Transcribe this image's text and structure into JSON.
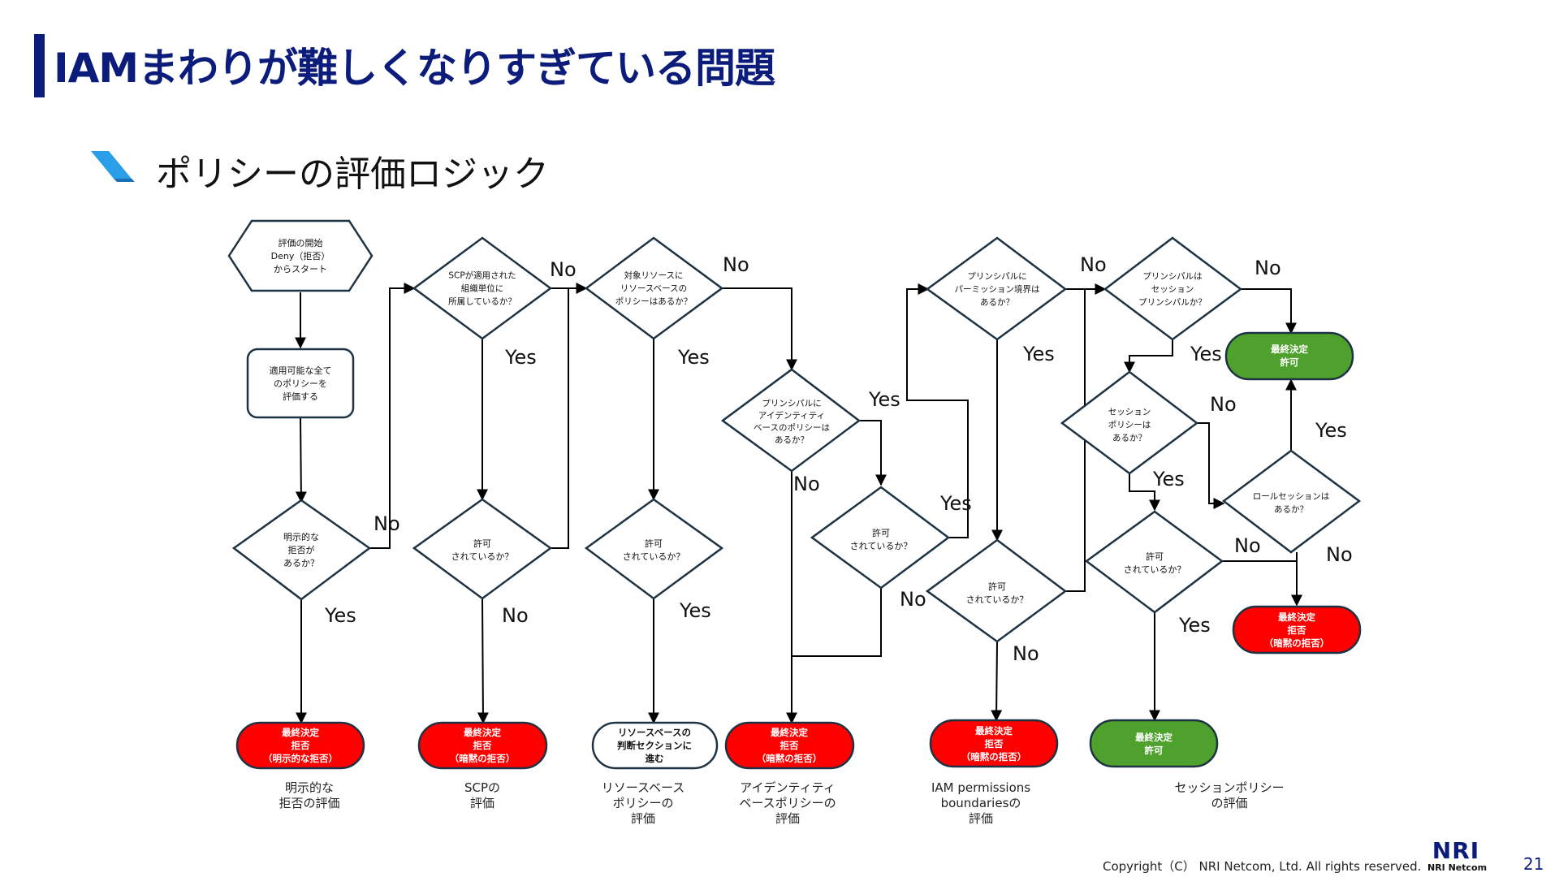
{
  "title": "IAMまわりが難しくなりすぎている問題",
  "section": {
    "title": "ポリシーの評価ロジック",
    "icon": "slash-icon"
  },
  "flowchart": {
    "start": [
      "評価の開始",
      "Deny（拒否）",
      "からスタート"
    ],
    "evaluate_all": [
      "適用可能な全て",
      "のポリシーを",
      "評価する"
    ],
    "explicit_deny": [
      "明示的な",
      "拒否が",
      "あるか？"
    ],
    "scp_applied": [
      "SCPが適用された",
      "組織単位に",
      "所属しているか？"
    ],
    "scp_allowed": [
      "許可",
      "されているか？"
    ],
    "resource_policy": [
      "対象リソースに",
      "リソースベースの",
      "ポリシーはあるか？"
    ],
    "resource_allowed": [
      "許可",
      "されているか？"
    ],
    "identity_policy": [
      "プリンシパルに",
      "アイデンティティ",
      "ベースのポリシーは",
      "あるか？"
    ],
    "identity_allowed": [
      "許可",
      "されているか？"
    ],
    "boundary_exists": [
      "プリンシパルに",
      "パーミッション境界は",
      "あるか？"
    ],
    "boundary_allowed": [
      "許可",
      "されているか？"
    ],
    "session_principal": [
      "プリンシパルは",
      "セッション",
      "プリンシパルか？"
    ],
    "session_policy": [
      "セッション",
      "ポリシーは",
      "あるか？"
    ],
    "session_allowed": [
      "許可",
      "されているか？"
    ],
    "role_session": [
      "ロールセッションは",
      "あるか？"
    ],
    "final_explicit_deny": [
      "最終決定",
      "拒否",
      "（明示的な拒否）"
    ],
    "final_scp_deny": [
      "最終決定",
      "拒否",
      "（暗黙の拒否）"
    ],
    "go_resource": [
      "リソースベースの",
      "判断セクションに",
      "進む"
    ],
    "final_identity_deny": [
      "最終決定",
      "拒否",
      "（暗黙の拒否）"
    ],
    "final_boundary_deny": [
      "最終決定",
      "拒否",
      "（暗黙の拒否）"
    ],
    "final_allow_bottom": [
      "最終決定",
      "許可"
    ],
    "final_allow_top": [
      "最終決定",
      "許可"
    ],
    "final_deny_right": [
      "最終決定",
      "拒否",
      "（暗黙の拒否）"
    ],
    "edge_labels": {
      "yes": "Yes",
      "no": "No"
    },
    "section_labels": [
      [
        "明示的な",
        "拒否の評価"
      ],
      [
        "SCPの",
        "評価"
      ],
      [
        "リソースベース",
        "ポリシーの",
        "評価"
      ],
      [
        "アイデンティティ",
        "ベースポリシーの",
        "評価"
      ],
      [
        "IAM permissions",
        "boundariesの",
        "評価"
      ],
      [
        "セッションポリシー",
        "の評価"
      ]
    ]
  },
  "colors": {
    "deny": "#ff0000",
    "allow": "#4da12c",
    "stroke": "#1d3242",
    "title": "#0b1c7a",
    "accent": "#2a9ee8"
  },
  "footer": {
    "copyright": "Copyright（C） NRI Netcom, Ltd. All rights reserved.",
    "logo_mark": "NRI",
    "logo_sub": "NRI Netcom",
    "page_number": "21"
  }
}
